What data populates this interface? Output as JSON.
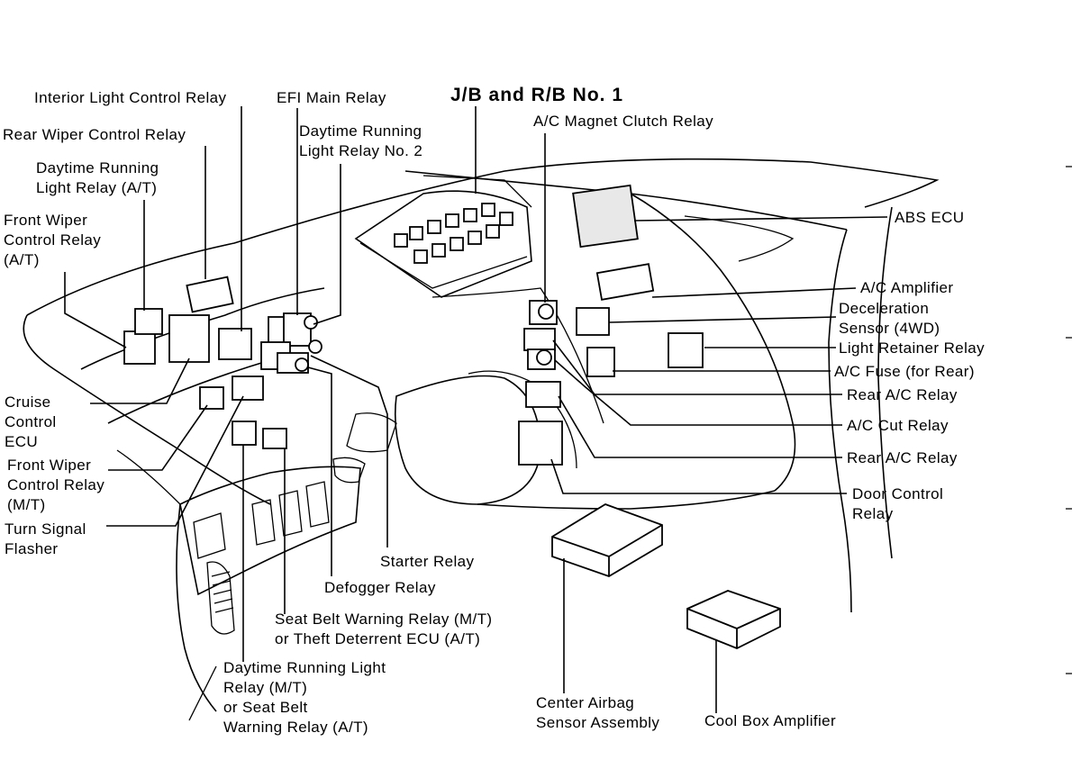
{
  "title": "J/B and R/B No. 1",
  "labels": {
    "interior_light_control_relay": "Interior Light Control Relay",
    "efi_main_relay": "EFI Main Relay",
    "ac_magnet_clutch_relay": "A/C Magnet Clutch Relay",
    "rear_wiper_control_relay": "Rear Wiper Control Relay",
    "drl_relay_no2": "Daytime Running\nLight Relay No. 2",
    "drl_relay_at": "Daytime Running\nLight Relay (A/T)",
    "front_wiper_control_relay_at": "Front Wiper\nControl Relay\n(A/T)",
    "abs_ecu": "ABS ECU",
    "ac_amplifier": "A/C Amplifier",
    "deceleration_sensor": "Deceleration\nSensor (4WD)",
    "light_retainer_relay": "Light Retainer Relay",
    "ac_fuse_rear": "A/C Fuse (for Rear)",
    "rear_ac_relay_1": "Rear A/C Relay",
    "cruise_control_ecu": "Cruise\nControl\nECU",
    "ac_cut_relay": "A/C Cut Relay",
    "front_wiper_control_relay_mt": "Front Wiper\nControl Relay\n(M/T)",
    "rear_ac_relay_2": "Rear A/C Relay",
    "door_control_relay": "Door Control\nRelay",
    "turn_signal_flasher": "Turn Signal\nFlasher",
    "starter_relay": "Starter Relay",
    "defogger_relay": "Defogger Relay",
    "seat_belt_warning_relay_mt": "Seat Belt Warning Relay (M/T)\nor Theft Deterrent ECU (A/T)",
    "drl_relay_mt": "Daytime Running Light\nRelay (M/T)\nor Seat Belt\nWarning Relay (A/T)",
    "center_airbag_sensor": "Center Airbag\nSensor Assembly",
    "cool_box_amplifier": "Cool Box Amplifier"
  }
}
